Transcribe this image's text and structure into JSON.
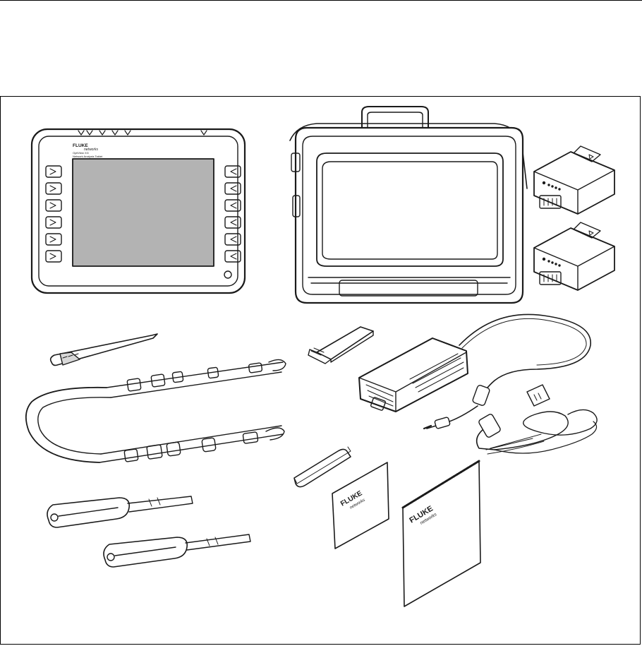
{
  "analyzer": {
    "brand": "FLUKE",
    "sub": "networks",
    "model_line1": "OptiView XG",
    "model_line2": "Network Analysis Tablet"
  },
  "guide_small": {
    "brand": "FLUKE",
    "sub": "networks"
  },
  "guide_large": {
    "brand": "FLUKE",
    "sub": "networks"
  },
  "colors": {
    "line": "#1a1a1a",
    "screen": "#b3b3b3",
    "panel": "#efefef"
  }
}
